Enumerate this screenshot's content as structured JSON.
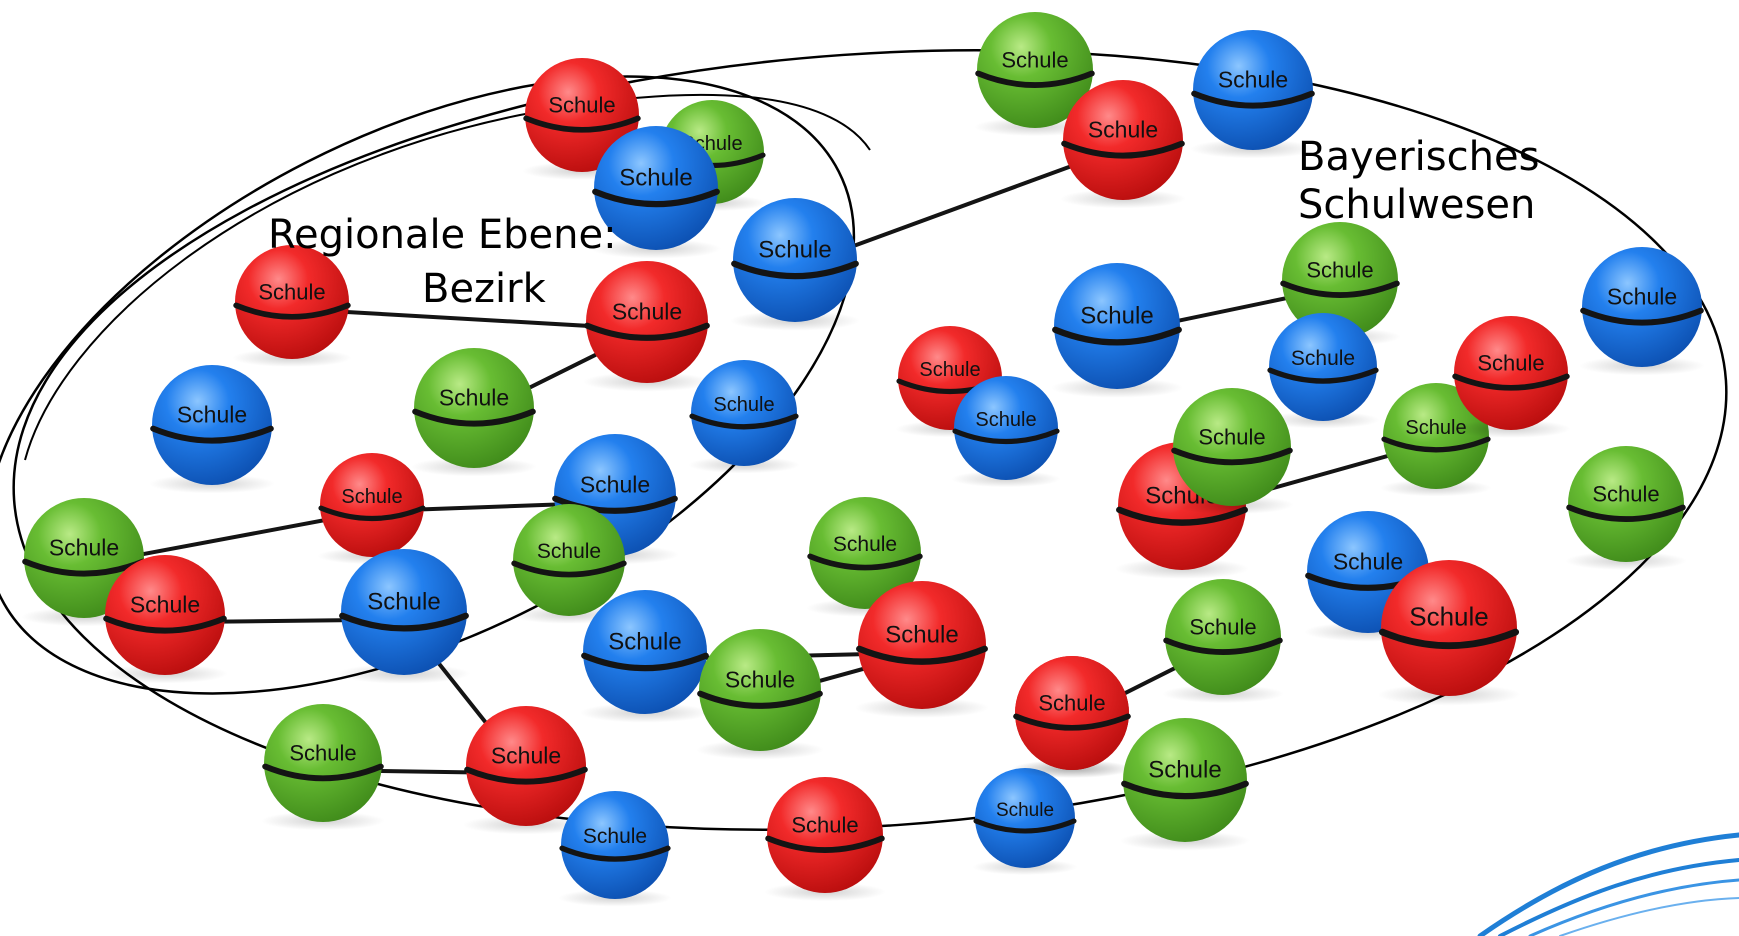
{
  "labels": {
    "outer_region": "Bayerisches Schulwesen",
    "outer_region_line1": "Bayerisches",
    "outer_region_line2": "Schulwesen",
    "inner_region_line1": "Regionale Ebene:",
    "inner_region_line2": "Bezirk"
  },
  "node_label": "Schule",
  "colors": {
    "red": "#e81a1a",
    "green": "#5fb32b",
    "blue": "#1b6fe0",
    "band": "#141414",
    "outline": "#000000",
    "swoosh": "#1f7fd6"
  },
  "school_nodes": [
    {
      "id": "g-top1",
      "color": "green"
    },
    {
      "id": "b-top1",
      "color": "blue"
    },
    {
      "id": "r-top1",
      "color": "red"
    },
    {
      "id": "r-top2",
      "color": "red"
    },
    {
      "id": "g-top2",
      "color": "green"
    },
    {
      "id": "b-top2",
      "color": "blue"
    },
    {
      "id": "b-mid1",
      "color": "blue"
    },
    {
      "id": "r-mid1",
      "color": "red"
    },
    {
      "id": "r-mid2",
      "color": "red"
    },
    {
      "id": "g-mid1",
      "color": "green"
    },
    {
      "id": "b-left1",
      "color": "blue"
    },
    {
      "id": "b-mid2",
      "color": "blue"
    },
    {
      "id": "r-mid3",
      "color": "red"
    },
    {
      "id": "b-mid3",
      "color": "blue"
    },
    {
      "id": "g-left1",
      "color": "green"
    },
    {
      "id": "g-mid2",
      "color": "green"
    },
    {
      "id": "r-left1",
      "color": "red"
    },
    {
      "id": "b-mid4",
      "color": "blue"
    },
    {
      "id": "b-low1",
      "color": "blue"
    },
    {
      "id": "g-low1",
      "color": "green"
    },
    {
      "id": "g-low2",
      "color": "green"
    },
    {
      "id": "r-low1",
      "color": "red"
    },
    {
      "id": "r-low2",
      "color": "red"
    },
    {
      "id": "b-low2",
      "color": "blue"
    },
    {
      "id": "r-low3",
      "color": "red"
    },
    {
      "id": "b-low3",
      "color": "blue"
    },
    {
      "id": "r-c1",
      "color": "red"
    },
    {
      "id": "b-c1",
      "color": "blue"
    },
    {
      "id": "g-c1",
      "color": "green"
    },
    {
      "id": "r-c2",
      "color": "red"
    },
    {
      "id": "r-c3",
      "color": "red"
    },
    {
      "id": "g-c2",
      "color": "green"
    },
    {
      "id": "g-c3",
      "color": "green"
    },
    {
      "id": "b-r1",
      "color": "blue"
    },
    {
      "id": "g-r1",
      "color": "green"
    },
    {
      "id": "b-r2",
      "color": "blue"
    },
    {
      "id": "b-r3",
      "color": "blue"
    },
    {
      "id": "r-r1",
      "color": "red"
    },
    {
      "id": "g-r2",
      "color": "green"
    },
    {
      "id": "g-r3",
      "color": "green"
    },
    {
      "id": "r-r2",
      "color": "red"
    },
    {
      "id": "b-r4",
      "color": "blue"
    },
    {
      "id": "r-r3",
      "color": "red"
    }
  ],
  "connections": [
    [
      "r-top2",
      "b-mid1"
    ],
    [
      "r-mid1",
      "r-mid2"
    ],
    [
      "g-mid1",
      "r-mid2"
    ],
    [
      "g-left1",
      "r-mid3"
    ],
    [
      "r-mid3",
      "b-mid3"
    ],
    [
      "r-left1",
      "b-mid4"
    ],
    [
      "b-mid4",
      "r-low1"
    ],
    [
      "g-low1",
      "r-low1"
    ],
    [
      "g-low2",
      "r-c2"
    ],
    [
      "b-low1",
      "r-c2"
    ],
    [
      "g-c1",
      "r-c2"
    ],
    [
      "r-c3",
      "g-c2"
    ],
    [
      "b-r1",
      "g-r1"
    ],
    [
      "r-r1",
      "g-r2"
    ],
    [
      "g-r2",
      "r-r2"
    ]
  ]
}
